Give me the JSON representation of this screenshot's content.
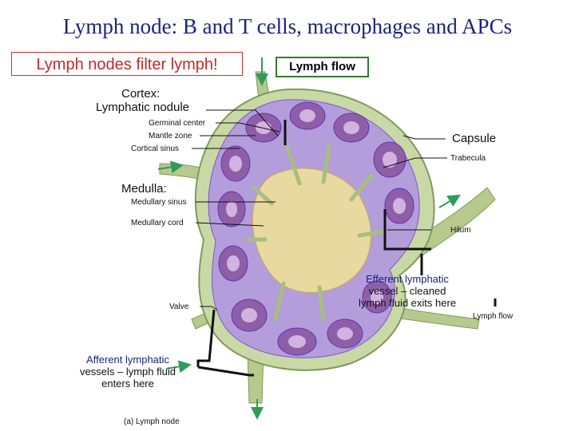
{
  "title": "Lymph node: B and T cells, macrophages and APCs",
  "note_box": "Lymph nodes filter lymph!",
  "flow_box": "Lymph flow",
  "labels": {
    "cortex": "Cortex:",
    "lymphatic_nodule": "Lymphatic nodule",
    "germinal_center": "Germinal center",
    "mantle_zone": "Mantle zone",
    "cortical_sinus": "Cortical sinus",
    "medulla": "Medulla:",
    "medullary_sinus": "Medullary sinus",
    "medullary_cord": "Medullary cord",
    "valve": "Valve",
    "afferent_1": "Afferent lymphatic",
    "afferent_2": "vessels – lymph fluid",
    "afferent_3": "enters here",
    "caption": "(a) Lymph node",
    "capsule": "Capsule",
    "trabecula": "Trabecula",
    "hilum": "Hilum",
    "efferent_1": "Efferent lymphatic",
    "efferent_2": "vessel – cleaned",
    "efferent_3": "lymph fluid exits here",
    "lymph_flow_small": "Lymph flow"
  },
  "colors": {
    "title": "#1a237e",
    "note_border": "#d32f2f",
    "capsule_fill": "#c9d9a6",
    "cortex_fill": "#b39ddb",
    "nodule_fill": "#8e5fa8",
    "medulla_fill": "#e8d9a0",
    "arrow_green": "#2e9d5a"
  }
}
